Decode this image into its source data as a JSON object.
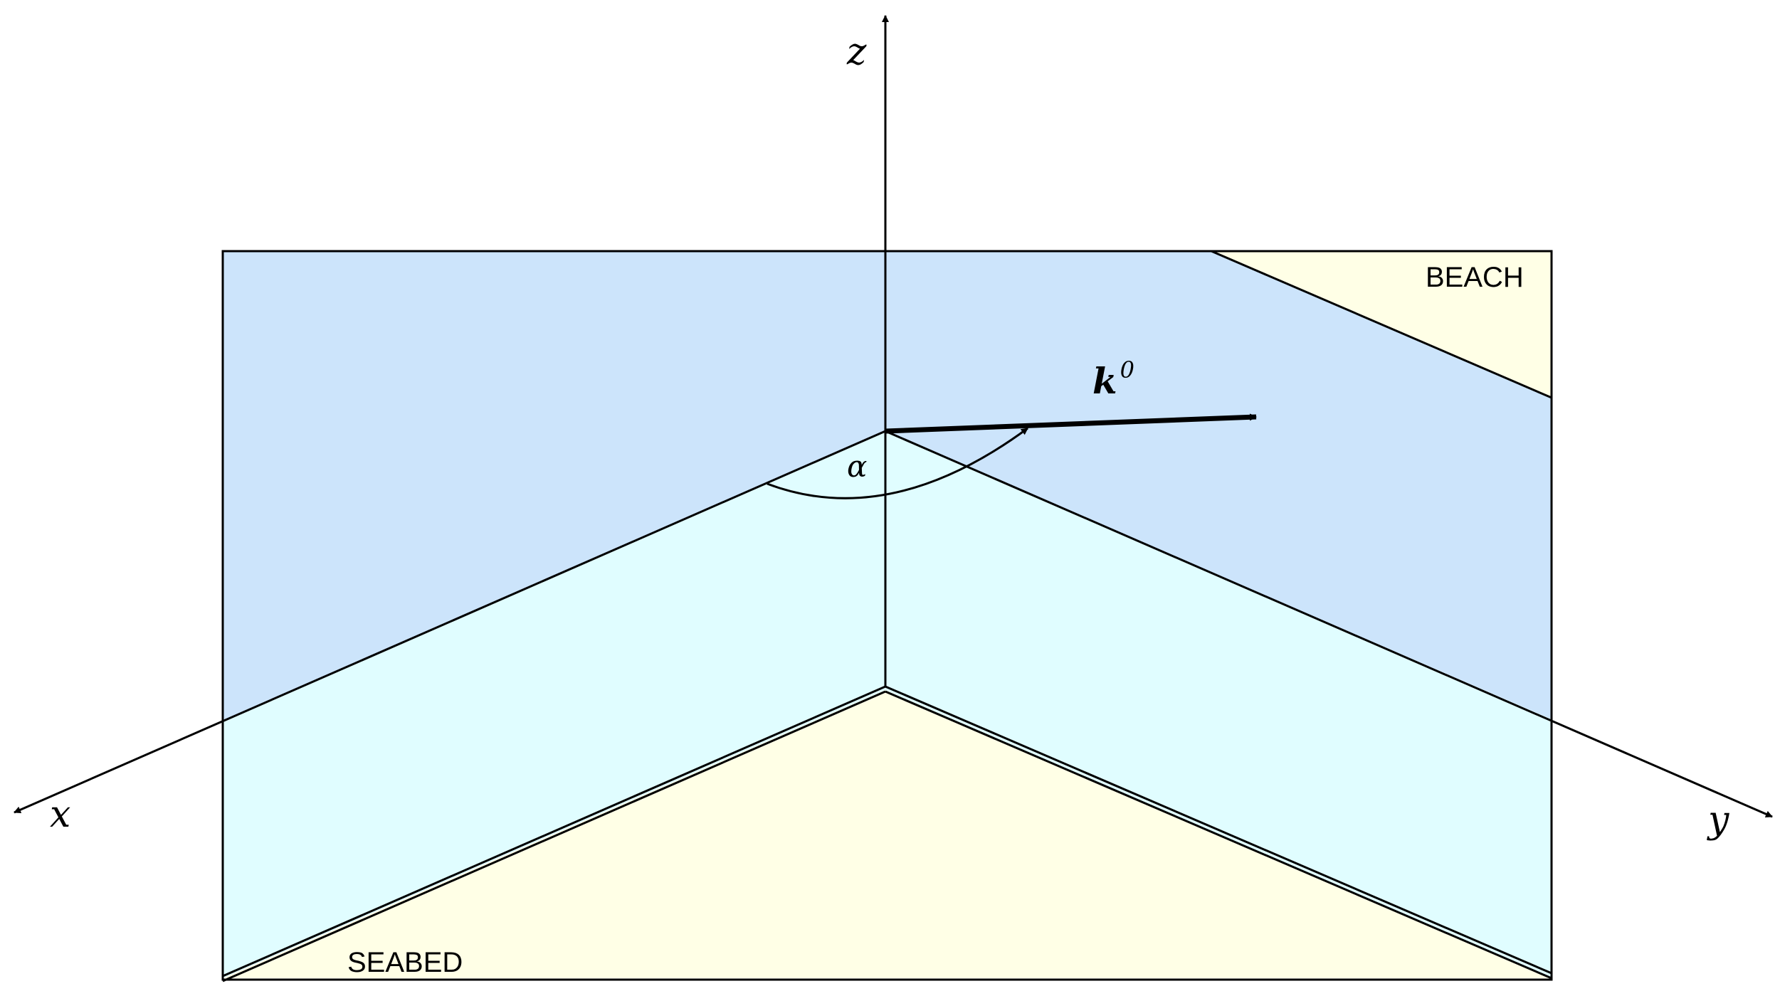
{
  "diagram": {
    "axis_x_label": "x",
    "axis_y_label": "y",
    "axis_z_label": "z",
    "angle_label": "α",
    "wave_vector_symbol": "k",
    "wave_vector_superscript": "0",
    "beach_label": "BEACH",
    "seabed_label": "SEABED",
    "colors": {
      "deep_water": "#cce4fb",
      "shallow_water": "#e0fdff",
      "sand": "#ffffe6",
      "line": "#000000"
    }
  }
}
